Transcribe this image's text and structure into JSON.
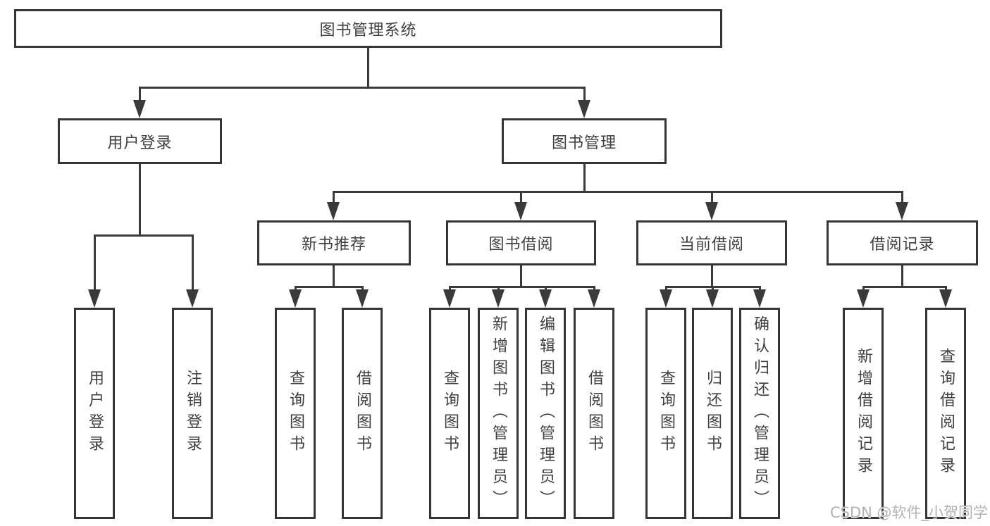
{
  "page": {
    "background": "#ffffff"
  },
  "colors": {
    "line": "#3a3a3a",
    "box_border": "#353535",
    "node_text": "#3f3f3f",
    "watermark_text": "#b2b2b2"
  },
  "tree": {
    "root": "图书管理系统",
    "branches": [
      {
        "label": "用户登录",
        "children": [
          "用户登录",
          "注销登录"
        ]
      },
      {
        "label": "图书管理",
        "sections": [
          {
            "label": "新书推荐",
            "children": [
              "查询图书",
              "借阅图书"
            ]
          },
          {
            "label": "图书借阅",
            "children": [
              "查询图书",
              "新增图书（管理员）",
              "编辑图书（管理员）",
              "借阅图书"
            ]
          },
          {
            "label": "当前借阅",
            "children": [
              "查询图书",
              "归还图书",
              "确认归还（管理员）"
            ]
          },
          {
            "label": "借阅记录",
            "children": [
              "新增借阅记录",
              "查询借阅记录"
            ]
          }
        ]
      }
    ]
  },
  "watermark": "CSDN @软件_小贺同学"
}
